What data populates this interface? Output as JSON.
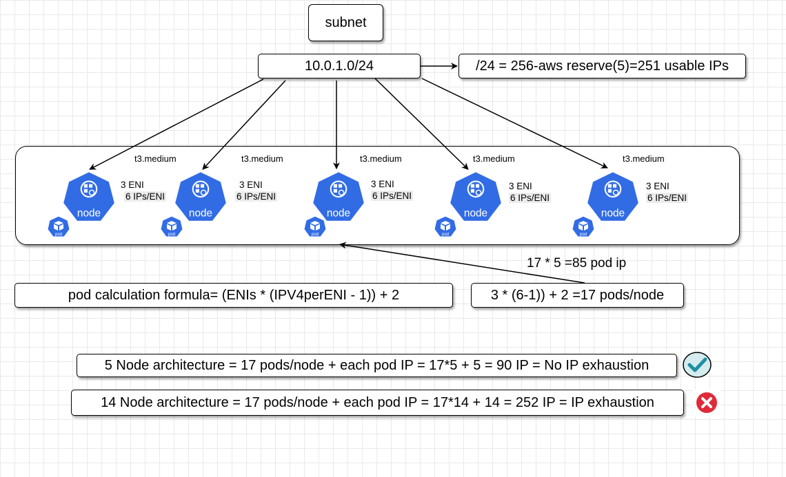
{
  "subnet_title": "subnet",
  "cidr": "10.0.1.0/24",
  "usable_ips_note": "/24 = 256-aws reserve(5)=251 usable IPs",
  "nodes": [
    {
      "instance_type": "t3.medium",
      "eni": "3 ENI",
      "ips_per_eni": "6 IPs/ENI",
      "icon_label": "node",
      "pod_label": "pod"
    },
    {
      "instance_type": "t3.medium",
      "eni": "3 ENI",
      "ips_per_eni": "6 IPs/ENI",
      "icon_label": "node",
      "pod_label": "pod"
    },
    {
      "instance_type": "t3.medium",
      "eni": "3 ENI",
      "ips_per_eni": "6 IPs/ENI",
      "icon_label": "node",
      "pod_label": "pod"
    },
    {
      "instance_type": "t3.medium",
      "eni": "3 ENI",
      "ips_per_eni": "6 IPs/ENI",
      "icon_label": "node",
      "pod_label": "pod"
    },
    {
      "instance_type": "t3.medium",
      "eni": "3 ENI",
      "ips_per_eni": "6 IPs/ENI",
      "icon_label": "node",
      "pod_label": "pod"
    }
  ],
  "pod_ip_total": "17 * 5 =85 pod ip",
  "formula": "pod calculation formula= (ENIs * (IPV4perENI - 1)) + 2",
  "formula_result": "3 * (6-1)) + 2 =17 pods/node",
  "arch_5": "5 Node architecture = 17 pods/node + each pod IP = 17*5 + 5 = 90 IP = No IP exhaustion",
  "arch_14": "14 Node architecture = 17 pods/node + each pod IP = 17*14 + 14 = 252 IP = IP exhaustion",
  "colors": {
    "k8s_blue": "#326ce5",
    "check_fill": "#d4ecef",
    "check_mark": "#1f8ea3",
    "error_red": "#e02a3a"
  },
  "icons": {
    "success": "check-circle-icon",
    "error": "error-x-icon",
    "node": "kubernetes-node-icon",
    "pod": "kubernetes-pod-icon"
  }
}
